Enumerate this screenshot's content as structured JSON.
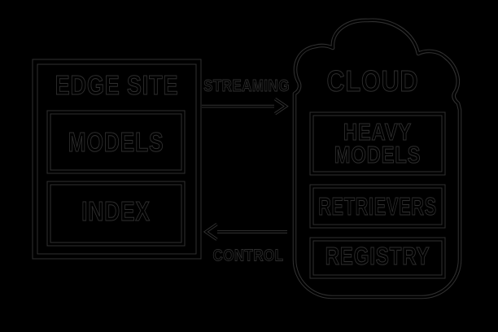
{
  "diagram": {
    "background_color": "#000000",
    "line_color": "#303030",
    "edge_site": {
      "title": "EDGE SITE",
      "models_label": "MODELS",
      "index_label": "INDEX"
    },
    "cloud": {
      "title": "CLOUD",
      "heavy_models_line1": "HEAVY",
      "heavy_models_line2": "MODELS",
      "retrievers_label": "RETRIEVERS",
      "registry_label": "REGISTRY"
    },
    "flows": {
      "streaming_label": "STREAMING",
      "streaming_direction": "edge-to-cloud",
      "control_label": "CONTROL",
      "control_direction": "cloud-to-edge"
    }
  }
}
